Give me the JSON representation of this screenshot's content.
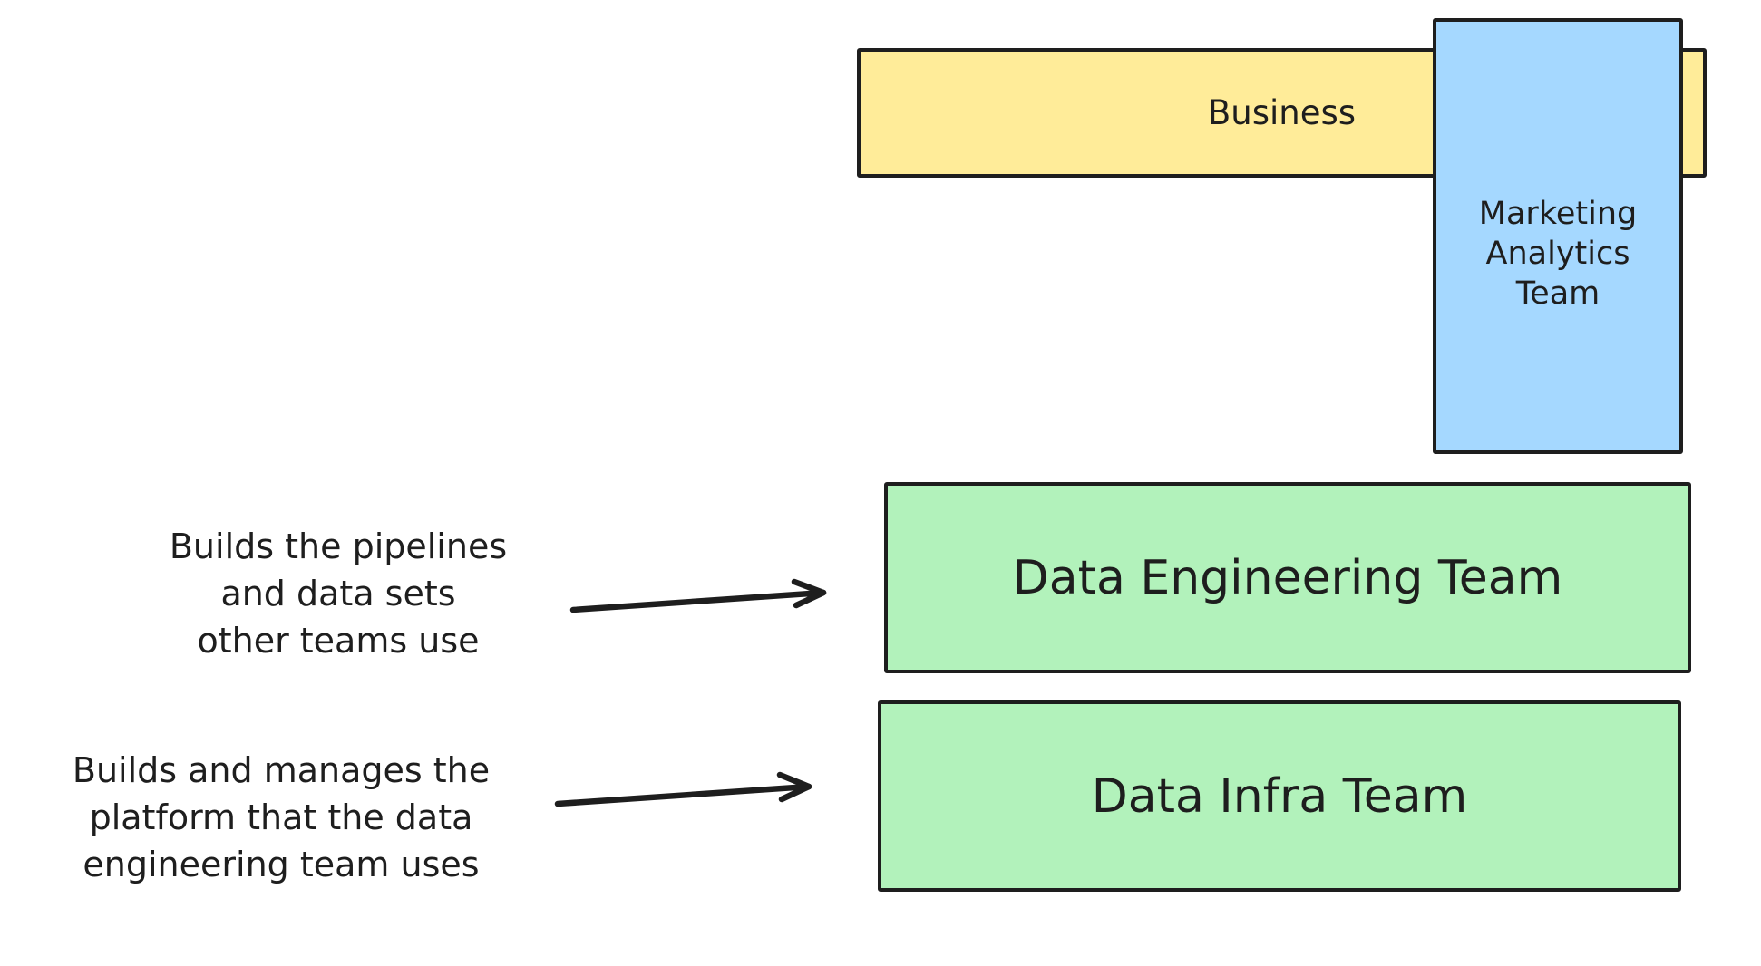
{
  "colors": {
    "yellow": "#ffec99",
    "blue": "#a5d8ff",
    "green": "#b2f2bb",
    "stroke": "#1e1e1e"
  },
  "boxes": {
    "business": {
      "label": "Business"
    },
    "marketing_analytics": {
      "label_lines": [
        "Marketing",
        "Analytics",
        "Team"
      ]
    },
    "data_engineering": {
      "label": "Data Engineering Team"
    },
    "data_infra": {
      "label": "Data Infra Team"
    }
  },
  "annotations": {
    "pipelines": {
      "lines": [
        "Builds the pipelines",
        "and data sets",
        "other teams use"
      ]
    },
    "platform": {
      "lines": [
        "Builds and manages the",
        "platform that the data",
        "engineering team uses"
      ]
    }
  }
}
